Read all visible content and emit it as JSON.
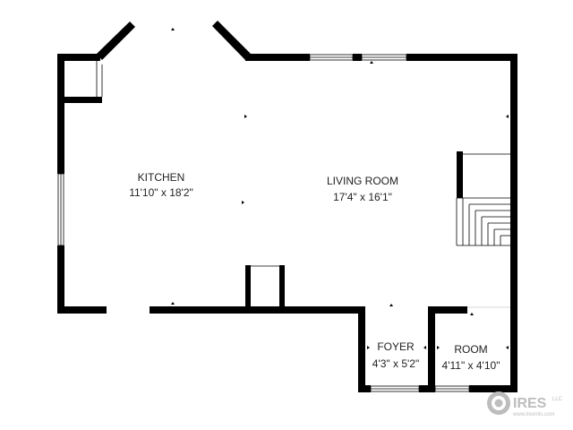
{
  "plan": {
    "rooms": [
      {
        "id": "kitchen",
        "name": "KITCHEN",
        "dims": "11'10\" x 18'2\""
      },
      {
        "id": "living-room",
        "name": "LIVING ROOM",
        "dims": "17'4\" x 16'1\""
      },
      {
        "id": "foyer",
        "name": "FOYER",
        "dims": "4'3\" x 5'2\""
      },
      {
        "id": "room",
        "name": "ROOM",
        "dims": "4'11\" x 4'10\""
      }
    ]
  },
  "watermark": {
    "brand": "IRES",
    "brand_suffix": "LLC",
    "url": "www.iresmls.com"
  },
  "colors": {
    "wall": "#000000",
    "background": "#ffffff",
    "text": "#222222",
    "watermark": "#bdbdbd"
  }
}
